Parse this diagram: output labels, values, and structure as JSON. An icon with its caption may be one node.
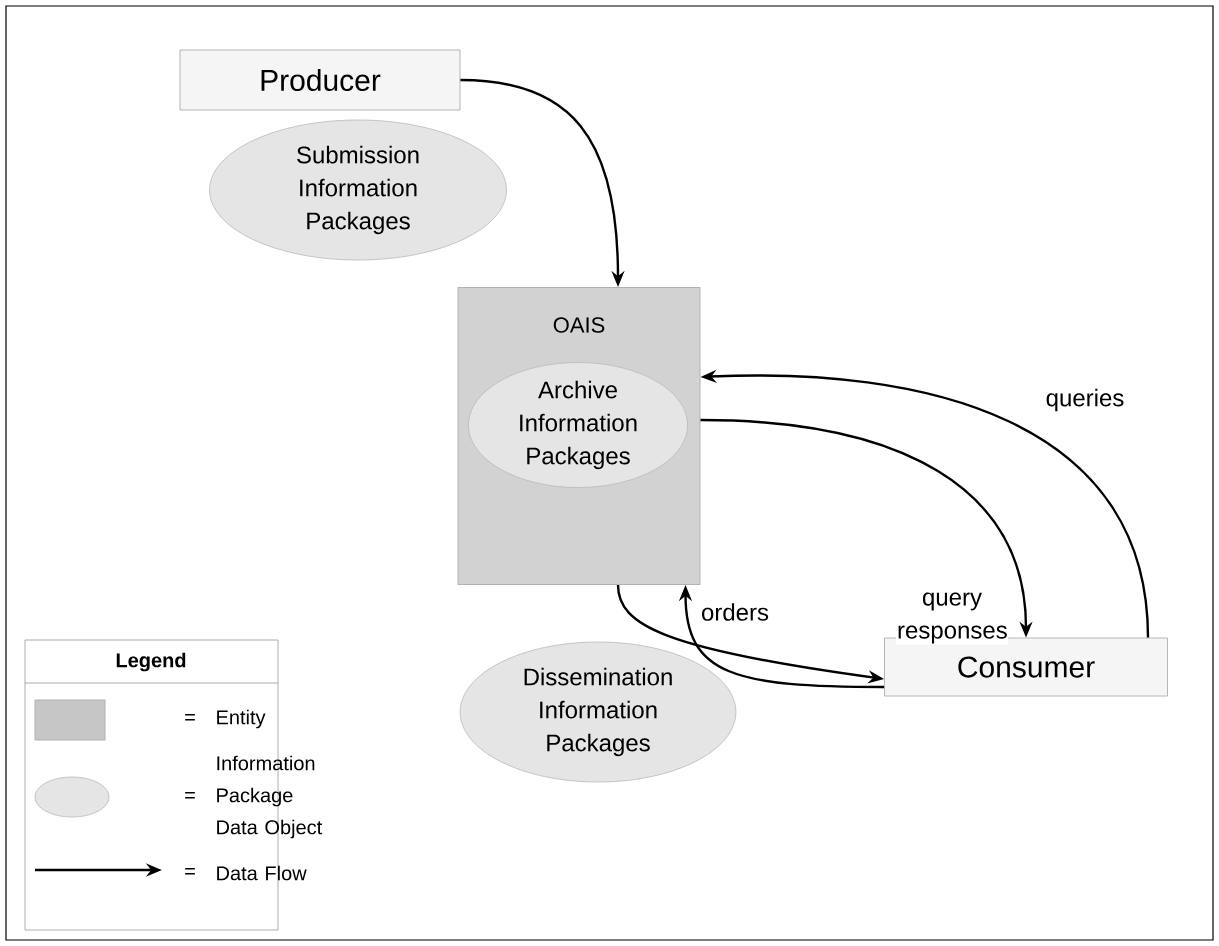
{
  "diagram": {
    "nodes": [
      {
        "text": [
          "Producer"
        ]
      },
      {
        "text": [
          "Submission Information Packages"
        ]
      },
      {
        "text": [
          "OAIS"
        ]
      },
      {
        "text": [
          "Archive Information Packages"
        ],
        "in": 2
      },
      {
        "text": [
          "Consumer"
        ]
      },
      {
        "text": [
          "Dissemination Information Packages"
        ]
      }
    ],
    "edges": [
      {
        "from": 0,
        "to": 2,
        "arrow": "to"
      },
      {
        "from": 4,
        "to": 2,
        "arrow": "to",
        "label": "queries"
      },
      {
        "from": 2,
        "to": 4,
        "arrow": "to",
        "label": "query responses"
      },
      {
        "from": 4,
        "to": 2,
        "arrow": "to",
        "label": "orders"
      },
      {
        "from": 2,
        "to": 4,
        "arrow": "to"
      }
    ],
    "labels": [
      "Legend",
      "=",
      "=",
      "="
    ],
    "legend": [
      {
        "text": "Entity"
      },
      {
        "text": "Information Package Data Object"
      },
      {
        "text": "Data Flow"
      }
    ]
  }
}
